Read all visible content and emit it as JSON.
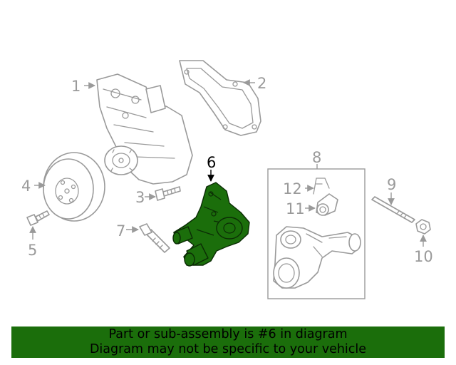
{
  "diagram": {
    "callouts": [
      "1",
      "2",
      "3",
      "4",
      "5",
      "6",
      "7",
      "8",
      "9",
      "10",
      "11",
      "12"
    ],
    "highlighted_part": "6",
    "highlight_color": "#1b6e0b",
    "line_color": "#9a9a9a"
  },
  "banner": {
    "line1": "Part or sub-assembly is #6 in diagram",
    "line2": "Diagram may not be specific to your vehicle",
    "background": "#1b6e0b"
  }
}
